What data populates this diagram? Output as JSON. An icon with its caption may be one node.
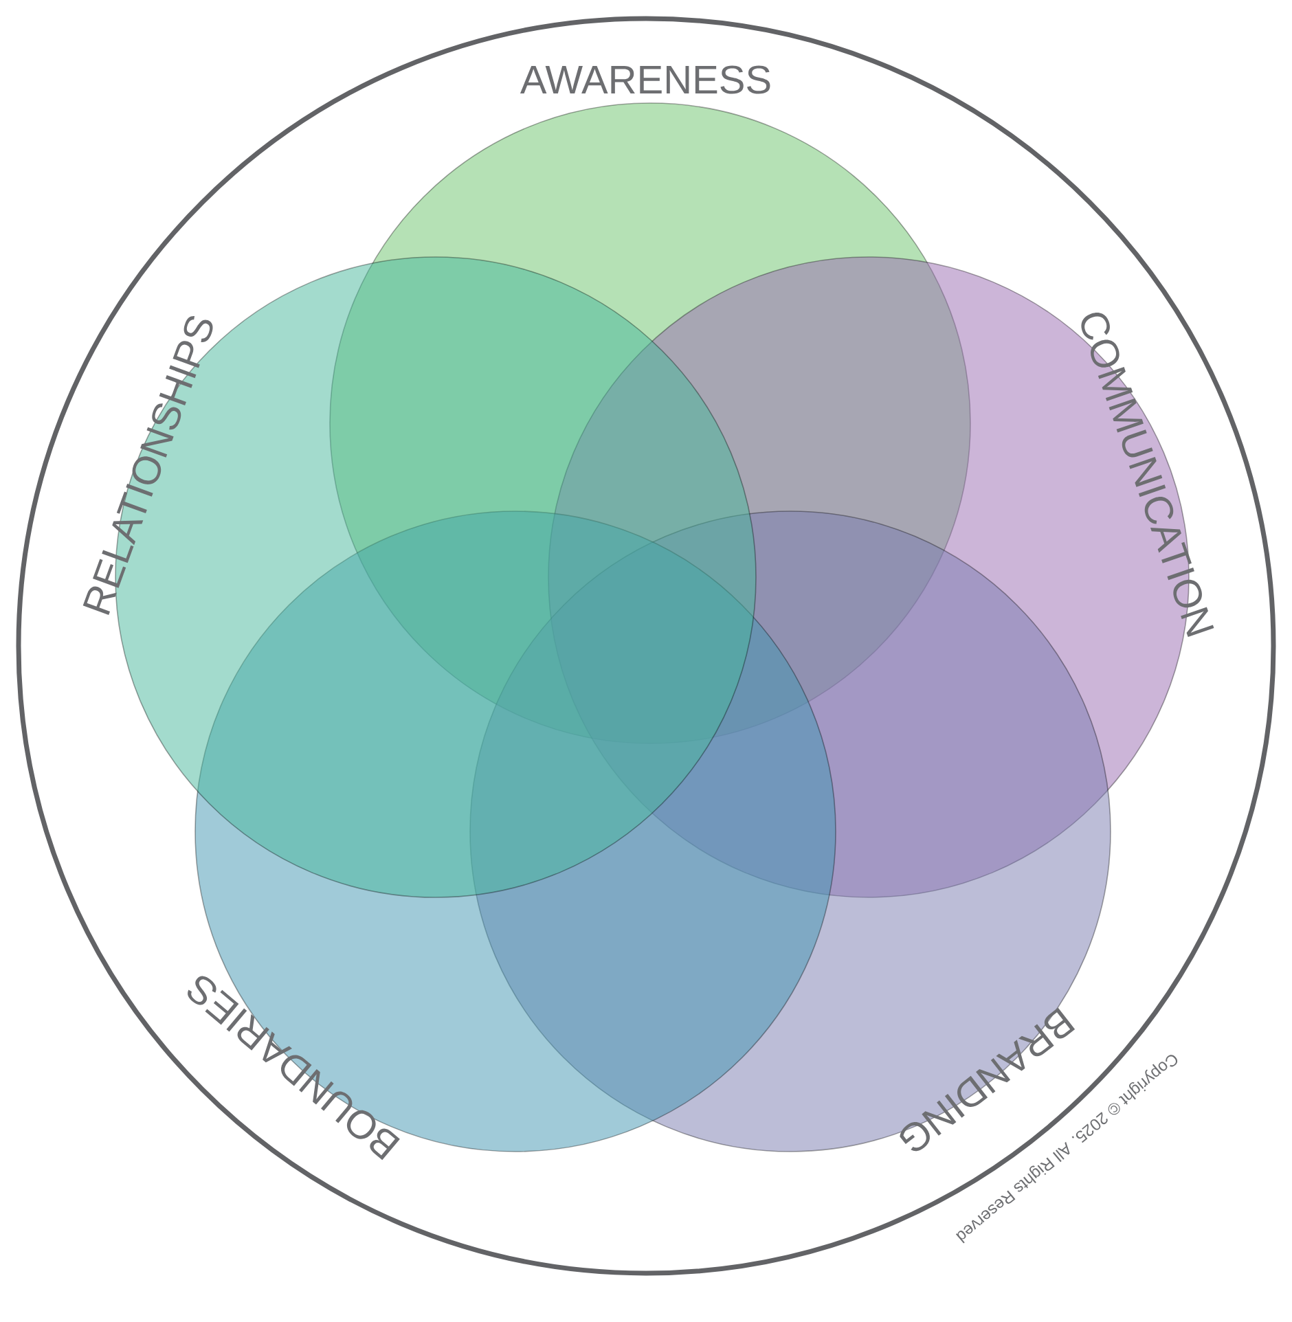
{
  "diagram": {
    "nodes": [
      {
        "text": [],
        "shape": "circle"
      },
      {
        "text": [
          "AWARENESS"
        ],
        "in": 0
      },
      {
        "text": [
          "COMMUNICATION"
        ],
        "in": 0
      },
      {
        "text": [
          "BRANDING"
        ],
        "in": 0
      },
      {
        "text": [
          "BOUNDARIES"
        ],
        "in": 0
      },
      {
        "text": [
          "RELATIONSHIPS"
        ],
        "in": 0
      }
    ],
    "edges": [],
    "labels": [
      "Copyright © 2025. All Rights Reserved"
    ]
  }
}
